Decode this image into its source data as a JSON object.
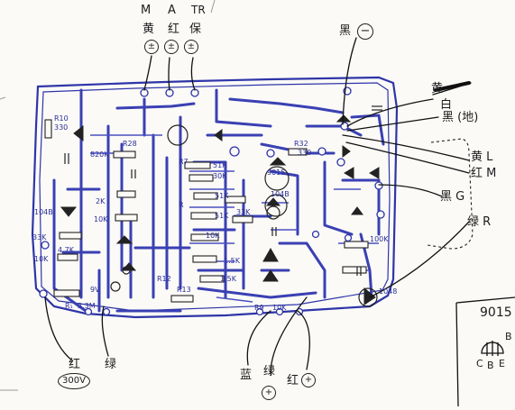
{
  "top_labels": {
    "M": "M",
    "A": "A",
    "TR": "TR",
    "yellow": "黄",
    "red": "红",
    "protect": "保"
  },
  "top_circles": {
    "c1": "±",
    "c2": "±",
    "c3": "±"
  },
  "right_side": {
    "black_neg": "黑",
    "neg_symbol": "−",
    "yellow_top": "黄",
    "white": "白",
    "black_ground": "黑 (地)",
    "yellow_L": "黄 L",
    "red_M": "红 M",
    "black_G": "黑 G",
    "green_R": "绿 R"
  },
  "bottom": {
    "blue": "蓝",
    "green": "绿",
    "red": "红",
    "plus1": "+",
    "plus2": "+",
    "green_left": "绿",
    "red_300v": "红",
    "v300": "300V"
  },
  "transistor_box": {
    "title": "9015",
    "C": "C",
    "B": "B",
    "E": "E",
    "B_side": "B"
  },
  "component_labels": {
    "R10": "R10",
    "R10v": "330",
    "r28": "R28",
    "k820": "820K",
    "k2": "2K",
    "k10": "10K",
    "k51a": "51K",
    "k30": "30K",
    "k51b": "51K",
    "k51c": "51K",
    "k104": "104B",
    "k33": "33K",
    "k10b": "10K",
    "Ra": "R",
    "r15k": "1.5K",
    "r15": "1.5K",
    "R32": "R32",
    "r330": "330",
    "q9015": "9015",
    "r100": "100K",
    "k1048": "1048",
    "m35": "3.3M",
    "R7": "R7",
    "R9": "R9",
    "R12": "R12",
    "R13": "R13",
    "k10c": "10K",
    "Rk": "R₁",
    "k10d": "10K",
    "r47": "4.7K",
    "v9": "9V",
    "k104b": "104B",
    "k33b": "33K"
  }
}
